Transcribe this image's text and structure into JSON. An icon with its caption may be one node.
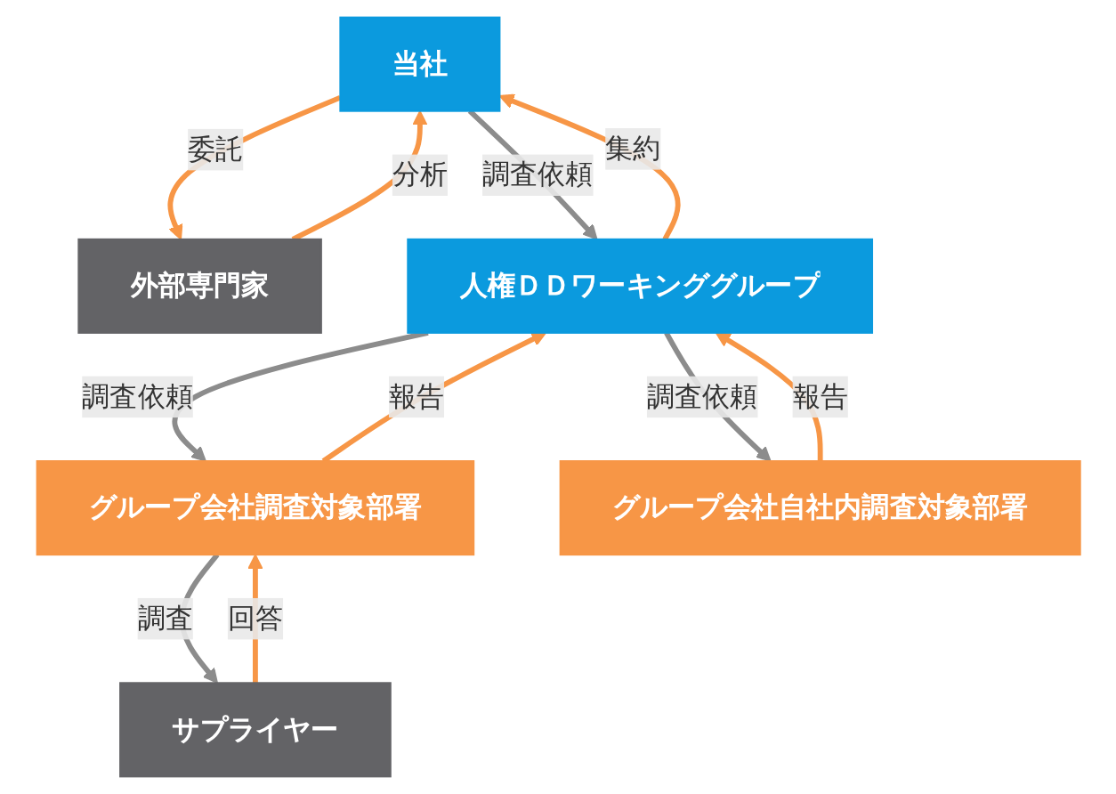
{
  "diagram": {
    "nodes": [
      {
        "text": [
          "当社"
        ]
      },
      {
        "text": [
          "外部専門家"
        ]
      },
      {
        "text": [
          "人権ＤＤワーキンググループ"
        ]
      },
      {
        "text": [
          "グループ会社調査対象部署"
        ]
      },
      {
        "text": [
          "グループ会社自社内調査対象部署"
        ]
      },
      {
        "text": [
          "サプライヤー"
        ]
      }
    ],
    "edges": [
      {
        "from": 1,
        "to": 0,
        "arrow": "to",
        "label": "分析",
        "color": "#f79646"
      },
      {
        "from": 0,
        "to": 1,
        "arrow": "to",
        "label": "委託",
        "color": "#f79646"
      },
      {
        "from": 0,
        "to": 2,
        "arrow": "to",
        "label": "調査依頼",
        "color": "#8c8c8c"
      },
      {
        "from": 2,
        "to": 0,
        "arrow": "to",
        "label": "集約",
        "color": "#f79646"
      },
      {
        "from": 2,
        "to": 3,
        "arrow": "to",
        "label": "調査依頼",
        "color": "#8c8c8c"
      },
      {
        "from": 3,
        "to": 2,
        "arrow": "to",
        "label": "報告",
        "color": "#f79646"
      },
      {
        "from": 2,
        "to": 4,
        "arrow": "to",
        "label": "調査依頼",
        "color": "#8c8c8c"
      },
      {
        "from": 4,
        "to": 2,
        "arrow": "to",
        "label": "報告",
        "color": "#f79646"
      },
      {
        "from": 5,
        "to": 3,
        "arrow": "to",
        "label": "回答",
        "color": "#f79646"
      },
      {
        "from": 3,
        "to": 5,
        "arrow": "to",
        "label": "調査",
        "color": "#8c8c8c"
      }
    ]
  }
}
